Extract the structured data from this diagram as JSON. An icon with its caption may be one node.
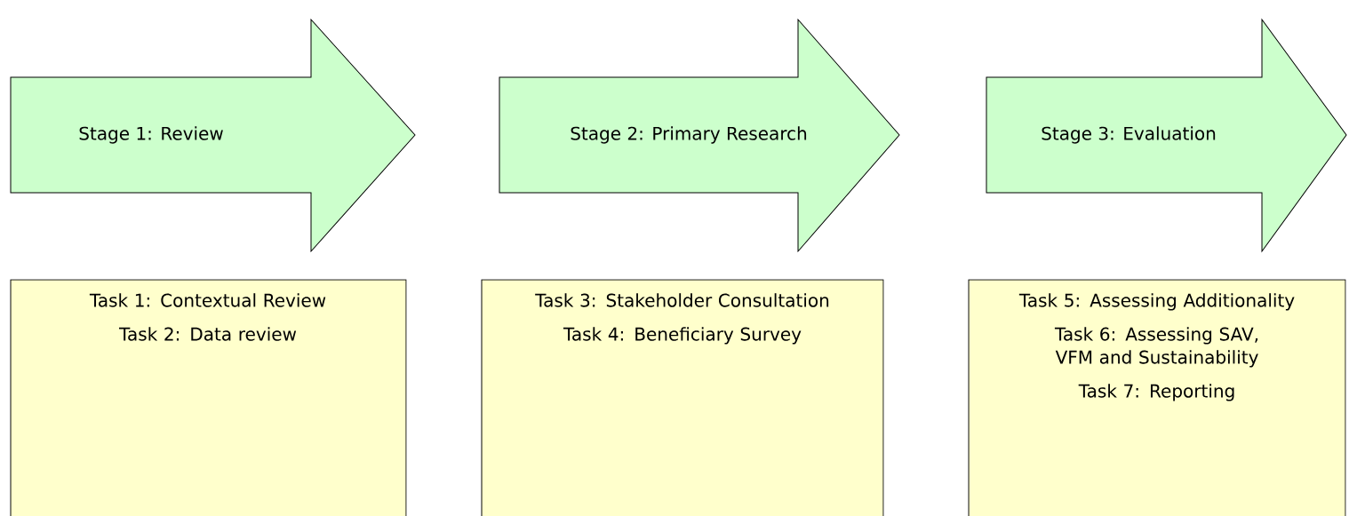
{
  "diagram": {
    "nodes": [
      {
        "text": [
          "Stage 1: Review"
        ]
      },
      {
        "text": [
          "Stage 2: Primary Research"
        ]
      },
      {
        "text": [
          "Stage 3: Evaluation"
        ]
      },
      {
        "text": [
          "Task 1: Contextual Review",
          "Task 2: Data review"
        ]
      },
      {
        "text": [
          "Task 3: Stakeholder Consultation",
          "Task 4: Beneficiary Survey"
        ]
      },
      {
        "text": [
          "Task 5: Assessing Additionality",
          "Task 6: Assessing SAV, VFM and Sustainability",
          "Task 7: Reporting"
        ]
      }
    ]
  }
}
